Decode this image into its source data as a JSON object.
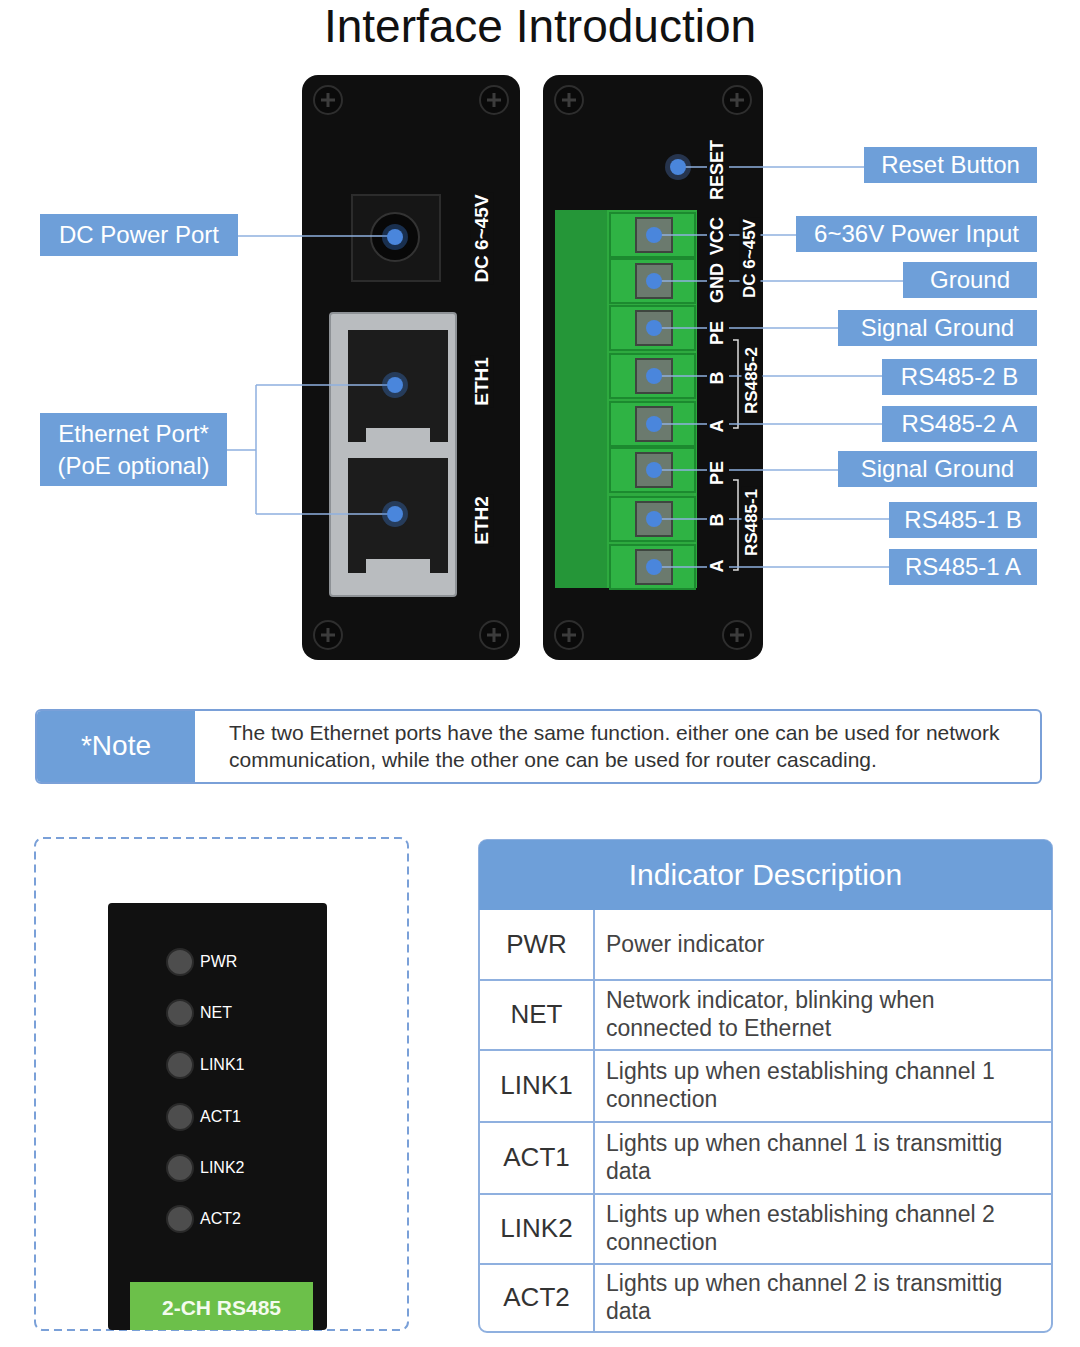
{
  "diagram": {
    "title": "Interface Introduction",
    "nodes": [
      {
        "text": [
          "DC Power Port"
        ]
      },
      {
        "text": [
          "Ethernet Port* (PoE optional)"
        ]
      },
      {
        "text": [
          "Reset Button"
        ]
      },
      {
        "text": [
          "6~36V Power Input"
        ]
      },
      {
        "text": [
          "Ground"
        ]
      },
      {
        "text": [
          "Signal Ground"
        ]
      },
      {
        "text": [
          "RS485-2 B"
        ]
      },
      {
        "text": [
          "RS485-2 A"
        ]
      },
      {
        "text": [
          "Signal Ground"
        ]
      },
      {
        "text": [
          "RS485-1 B"
        ]
      },
      {
        "text": [
          "RS485-1 A"
        ]
      },
      {
        "text": [
          "*Note",
          "The two Ethernet ports have the same function. either one can be used for network communication, while the other one can be used for router cascading."
        ]
      }
    ],
    "labels": [
      "DC 6~45V",
      "ETH1",
      "ETH2",
      "RESET",
      "VCC",
      "GND",
      "DC 6~45V",
      "PE",
      "B",
      "A",
      "RS485-2",
      "PE",
      "B",
      "A",
      "RS485-1",
      "PWR",
      "NET",
      "LINK1",
      "ACT1",
      "LINK2",
      "ACT2",
      "2-CH RS485",
      "Indicator Description",
      "PWR",
      "Power indicator",
      "NET",
      "Network indicator, blinking when connected to Ethernet",
      "LINK1",
      "Lights up when establishing channel 1 connection",
      "ACT1",
      "Lights up when channel 1 is transmittig data",
      "LINK2",
      "Lights up when establishing channel 2 connection",
      "ACT2",
      "Lights up when channel 2 is transmittig data"
    ]
  }
}
